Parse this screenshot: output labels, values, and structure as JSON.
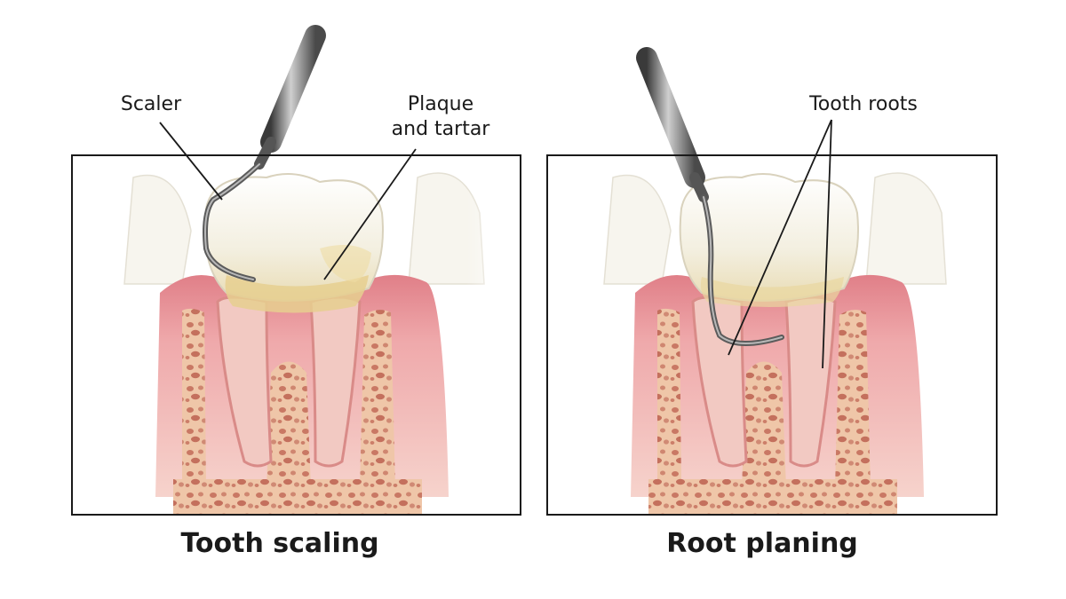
{
  "panels": [
    {
      "caption": "Tooth scaling",
      "callouts": {
        "instrument": "Scaler",
        "deposit_line1": "Plaque",
        "deposit_line2": "and tartar"
      }
    },
    {
      "caption": "Root planing",
      "callouts": {
        "roots": "Tooth roots"
      }
    }
  ],
  "colors": {
    "gum": "#e8949a",
    "gum_light": "#f3c1c2",
    "bone": "#efc6a8",
    "bone_pore": "#c97864",
    "root": "#f2c9c2",
    "enamel": "#f7f3e6",
    "tartar": "#e6cf8f",
    "steel": "#6e6e6e",
    "frame": "#1a1a1a"
  }
}
